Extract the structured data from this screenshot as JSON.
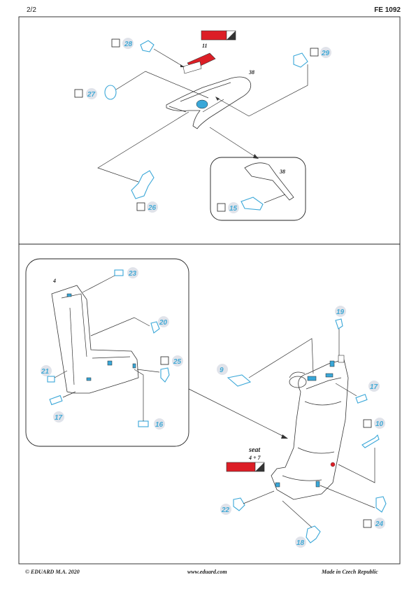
{
  "header": {
    "page": "2/2",
    "code": "FE 1092"
  },
  "footer": {
    "copyright": "© EDUARD  M.A. 2020",
    "website": "www.eduard.com",
    "made_in": "Made in Czech Republic"
  },
  "colors": {
    "part_blue": "#3aa7d8",
    "paint_red": "#dc1e26",
    "bubble": "#e0e3ea"
  },
  "top_panel": {
    "callouts": [
      "28",
      "27",
      "29",
      "26",
      "15"
    ],
    "labels": {
      "p11": "11",
      "p38": "38",
      "inset38": "38"
    }
  },
  "bottom_panel": {
    "inset_callouts": [
      "23",
      "20",
      "21",
      "25",
      "17",
      "16"
    ],
    "inset_label": "4",
    "main_callouts": [
      "19",
      "9",
      "17",
      "10",
      "22",
      "24",
      "18"
    ],
    "seat_title": "seat",
    "seat_parts": "4 + 7"
  }
}
